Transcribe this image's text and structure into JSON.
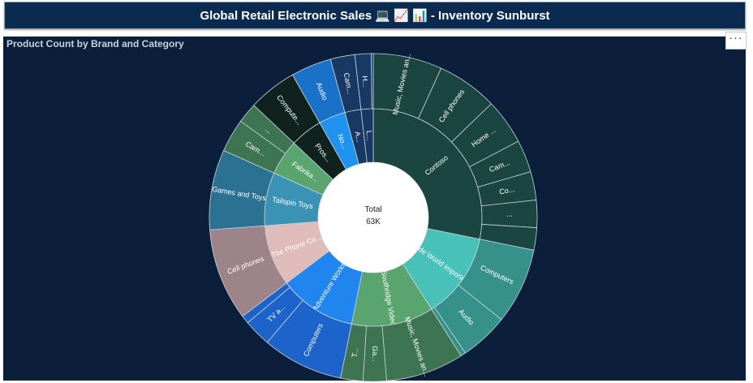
{
  "header": {
    "title": "Global Retail Electronic Sales 💻 📈 📊 - Inventory Sunburst"
  },
  "panel": {
    "title": "Product Count by Brand and Category",
    "more_label": "···"
  },
  "chart_data": {
    "type": "sunburst",
    "title": "Product Count by Brand and Category",
    "center_label": "Total",
    "center_value": "63K",
    "brands": [
      {
        "name": "Contoso",
        "label": "Contoso",
        "share": 0.282,
        "color": "#1b4540",
        "children": [
          {
            "label": "Music, Movies an...",
            "share": 0.068,
            "color": "#1b4540"
          },
          {
            "label": "Cell phones",
            "share": 0.06,
            "color": "#1b4540"
          },
          {
            "label": "Home ...",
            "share": 0.045,
            "color": "#1b4540"
          },
          {
            "label": "Cam...",
            "share": 0.032,
            "color": "#1b4540"
          },
          {
            "label": "Co...",
            "share": 0.028,
            "color": "#1b4540"
          },
          {
            "label": "...",
            "share": 0.027,
            "color": "#1b4540"
          },
          {
            "label": "",
            "share": 0.022,
            "color": "#1b4540"
          }
        ]
      },
      {
        "name": "Wide World Importers",
        "label": "Wide World Importers",
        "share": 0.128,
        "color": "#48c2b8",
        "children": [
          {
            "label": "Computers",
            "share": 0.075,
            "color": "#36918b"
          },
          {
            "label": "Audio",
            "share": 0.048,
            "color": "#36918b"
          },
          {
            "label": "",
            "share": 0.005,
            "color": "#36918b"
          }
        ]
      },
      {
        "name": "Southridge Video",
        "label": "Southridge Video",
        "share": 0.122,
        "color": "#5aa46f",
        "children": [
          {
            "label": "Music, Movies an...",
            "share": 0.077,
            "color": "#3d7452"
          },
          {
            "label": "Ga...",
            "share": 0.023,
            "color": "#3d7452"
          },
          {
            "label": "T...",
            "share": 0.022,
            "color": "#3d7452"
          }
        ]
      },
      {
        "name": "Adventure Works",
        "label": "Adventure Works",
        "share": 0.115,
        "color": "#2185f0",
        "children": [
          {
            "label": "Computers",
            "share": 0.08,
            "color": "#1c64c9"
          },
          {
            "label": "TV a...",
            "share": 0.027,
            "color": "#1c64c9"
          },
          {
            "label": "",
            "share": 0.008,
            "color": "#1c64c9"
          }
        ]
      },
      {
        "name": "The Phone Company",
        "label": "The Phone Co...",
        "share": 0.091,
        "color": "#dfbbb9",
        "children": [
          {
            "label": "Cell phones",
            "share": 0.091,
            "color": "#9c8488"
          }
        ]
      },
      {
        "name": "Tailspin Toys",
        "label": "Tailspin Toys",
        "share": 0.079,
        "color": "#3a93b4",
        "children": [
          {
            "label": "Games and Toys",
            "share": 0.079,
            "color": "#2a7192"
          }
        ]
      },
      {
        "name": "Fabrikam",
        "label": "Fabrika...",
        "share": 0.053,
        "color": "#5aa46f",
        "children": [
          {
            "label": "Cam...",
            "share": 0.033,
            "color": "#3d7452"
          },
          {
            "label": "...",
            "share": 0.02,
            "color": "#3d7452"
          }
        ]
      },
      {
        "name": "Proseware",
        "label": "Pros...",
        "share": 0.048,
        "color": "#10221e",
        "children": [
          {
            "label": "Compute...",
            "share": 0.048,
            "color": "#10221e"
          }
        ]
      },
      {
        "name": "Northwind Traders",
        "label": "No...",
        "share": 0.04,
        "color": "#1f93ef",
        "children": [
          {
            "label": "Audio",
            "share": 0.04,
            "color": "#1a72c8"
          }
        ]
      },
      {
        "name": "A. Datum",
        "label": "A...",
        "share": 0.024,
        "color": "#183963",
        "children": [
          {
            "label": "Cam...",
            "share": 0.024,
            "color": "#183963"
          }
        ]
      },
      {
        "name": "Litware",
        "label": "L...",
        "share": 0.018,
        "color": "#183963",
        "children": [
          {
            "label": "H...",
            "share": 0.016,
            "color": "#183963"
          },
          {
            "label": "",
            "share": 0.002,
            "color": "#183963"
          }
        ]
      }
    ]
  }
}
